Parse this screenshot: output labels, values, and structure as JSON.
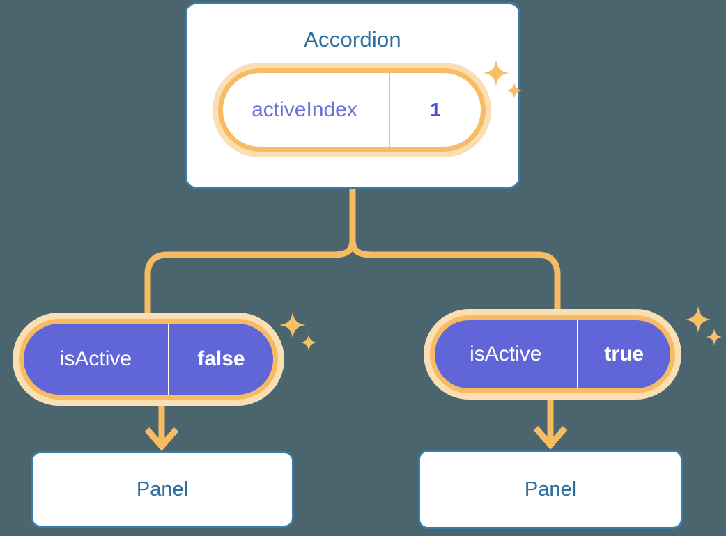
{
  "theme": {
    "background": "#4a656e",
    "card_border": "#3a7ca5",
    "card_bg": "#ffffff",
    "title_text": "#2d6e9e",
    "pill_ring": "#f7bc63",
    "pill_glow": "#fbdfb4",
    "pill_solid_fill": "#6066d8",
    "pill_key_text_light": "#6c70d8",
    "pill_val_text_light": "#4b51d6",
    "pill_text_solid": "#ffffff",
    "connector": "#f7bc63",
    "sparkle": "#f9bf68"
  },
  "diagram": {
    "type": "component-tree",
    "root": {
      "title": "Accordion",
      "state": {
        "key": "activeIndex",
        "value": "1"
      }
    },
    "children": [
      {
        "id": "left",
        "prop": {
          "key": "isActive",
          "value": "false"
        },
        "panel": {
          "title": "Panel"
        }
      },
      {
        "id": "right",
        "prop": {
          "key": "isActive",
          "value": "true"
        },
        "panel": {
          "title": "Panel"
        }
      }
    ],
    "icons": {
      "sparkle": "sparkle-icon",
      "arrow_down": "arrow-down-icon"
    }
  }
}
